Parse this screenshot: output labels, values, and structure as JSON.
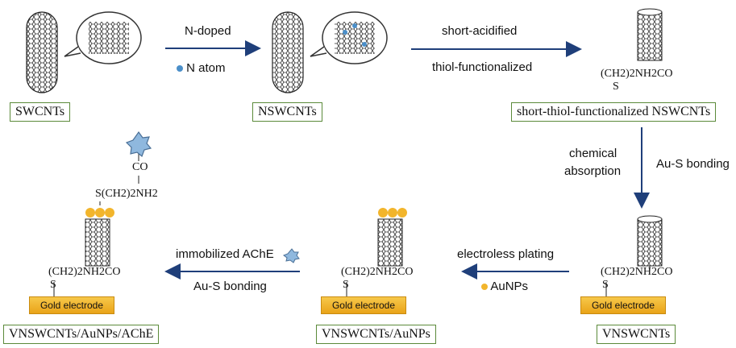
{
  "steps": {
    "s1": "SWCNTs",
    "s2": "NSWCNTs",
    "s3": "short-thiol-functionalized NSWCNTs",
    "s4": "VNSWCNTs",
    "s5": "VNSWCNTs/AuNPs",
    "s6": "VNSWCNTs/AuNPs/AChE"
  },
  "arrows": {
    "a1_top": "N-doped",
    "a1_bottom": "N atom",
    "a2_top": "short-acidified",
    "a2_bottom": "thiol-functionalized",
    "a3_left_line1": "chemical",
    "a3_left_line2": "absorption",
    "a3_right": "Au-S bonding",
    "a4_top": "electroless plating",
    "a4_bottom": "AuNPs",
    "a5_top": "immobilized AChE",
    "a5_bottom": "Au-S bonding"
  },
  "chem": {
    "linker": "(CH2)2NH2CO",
    "sulfur": "S",
    "top_linker": "S(CH2)2NH2",
    "co": "CO",
    "electrode": "Gold electrode"
  },
  "colors": {
    "arrow": "#1f3f7a",
    "box_border": "#5b8a3a",
    "gold": "#f2b52c",
    "n_atom": "#4b8fc9",
    "enzyme": "#8fb8de"
  }
}
